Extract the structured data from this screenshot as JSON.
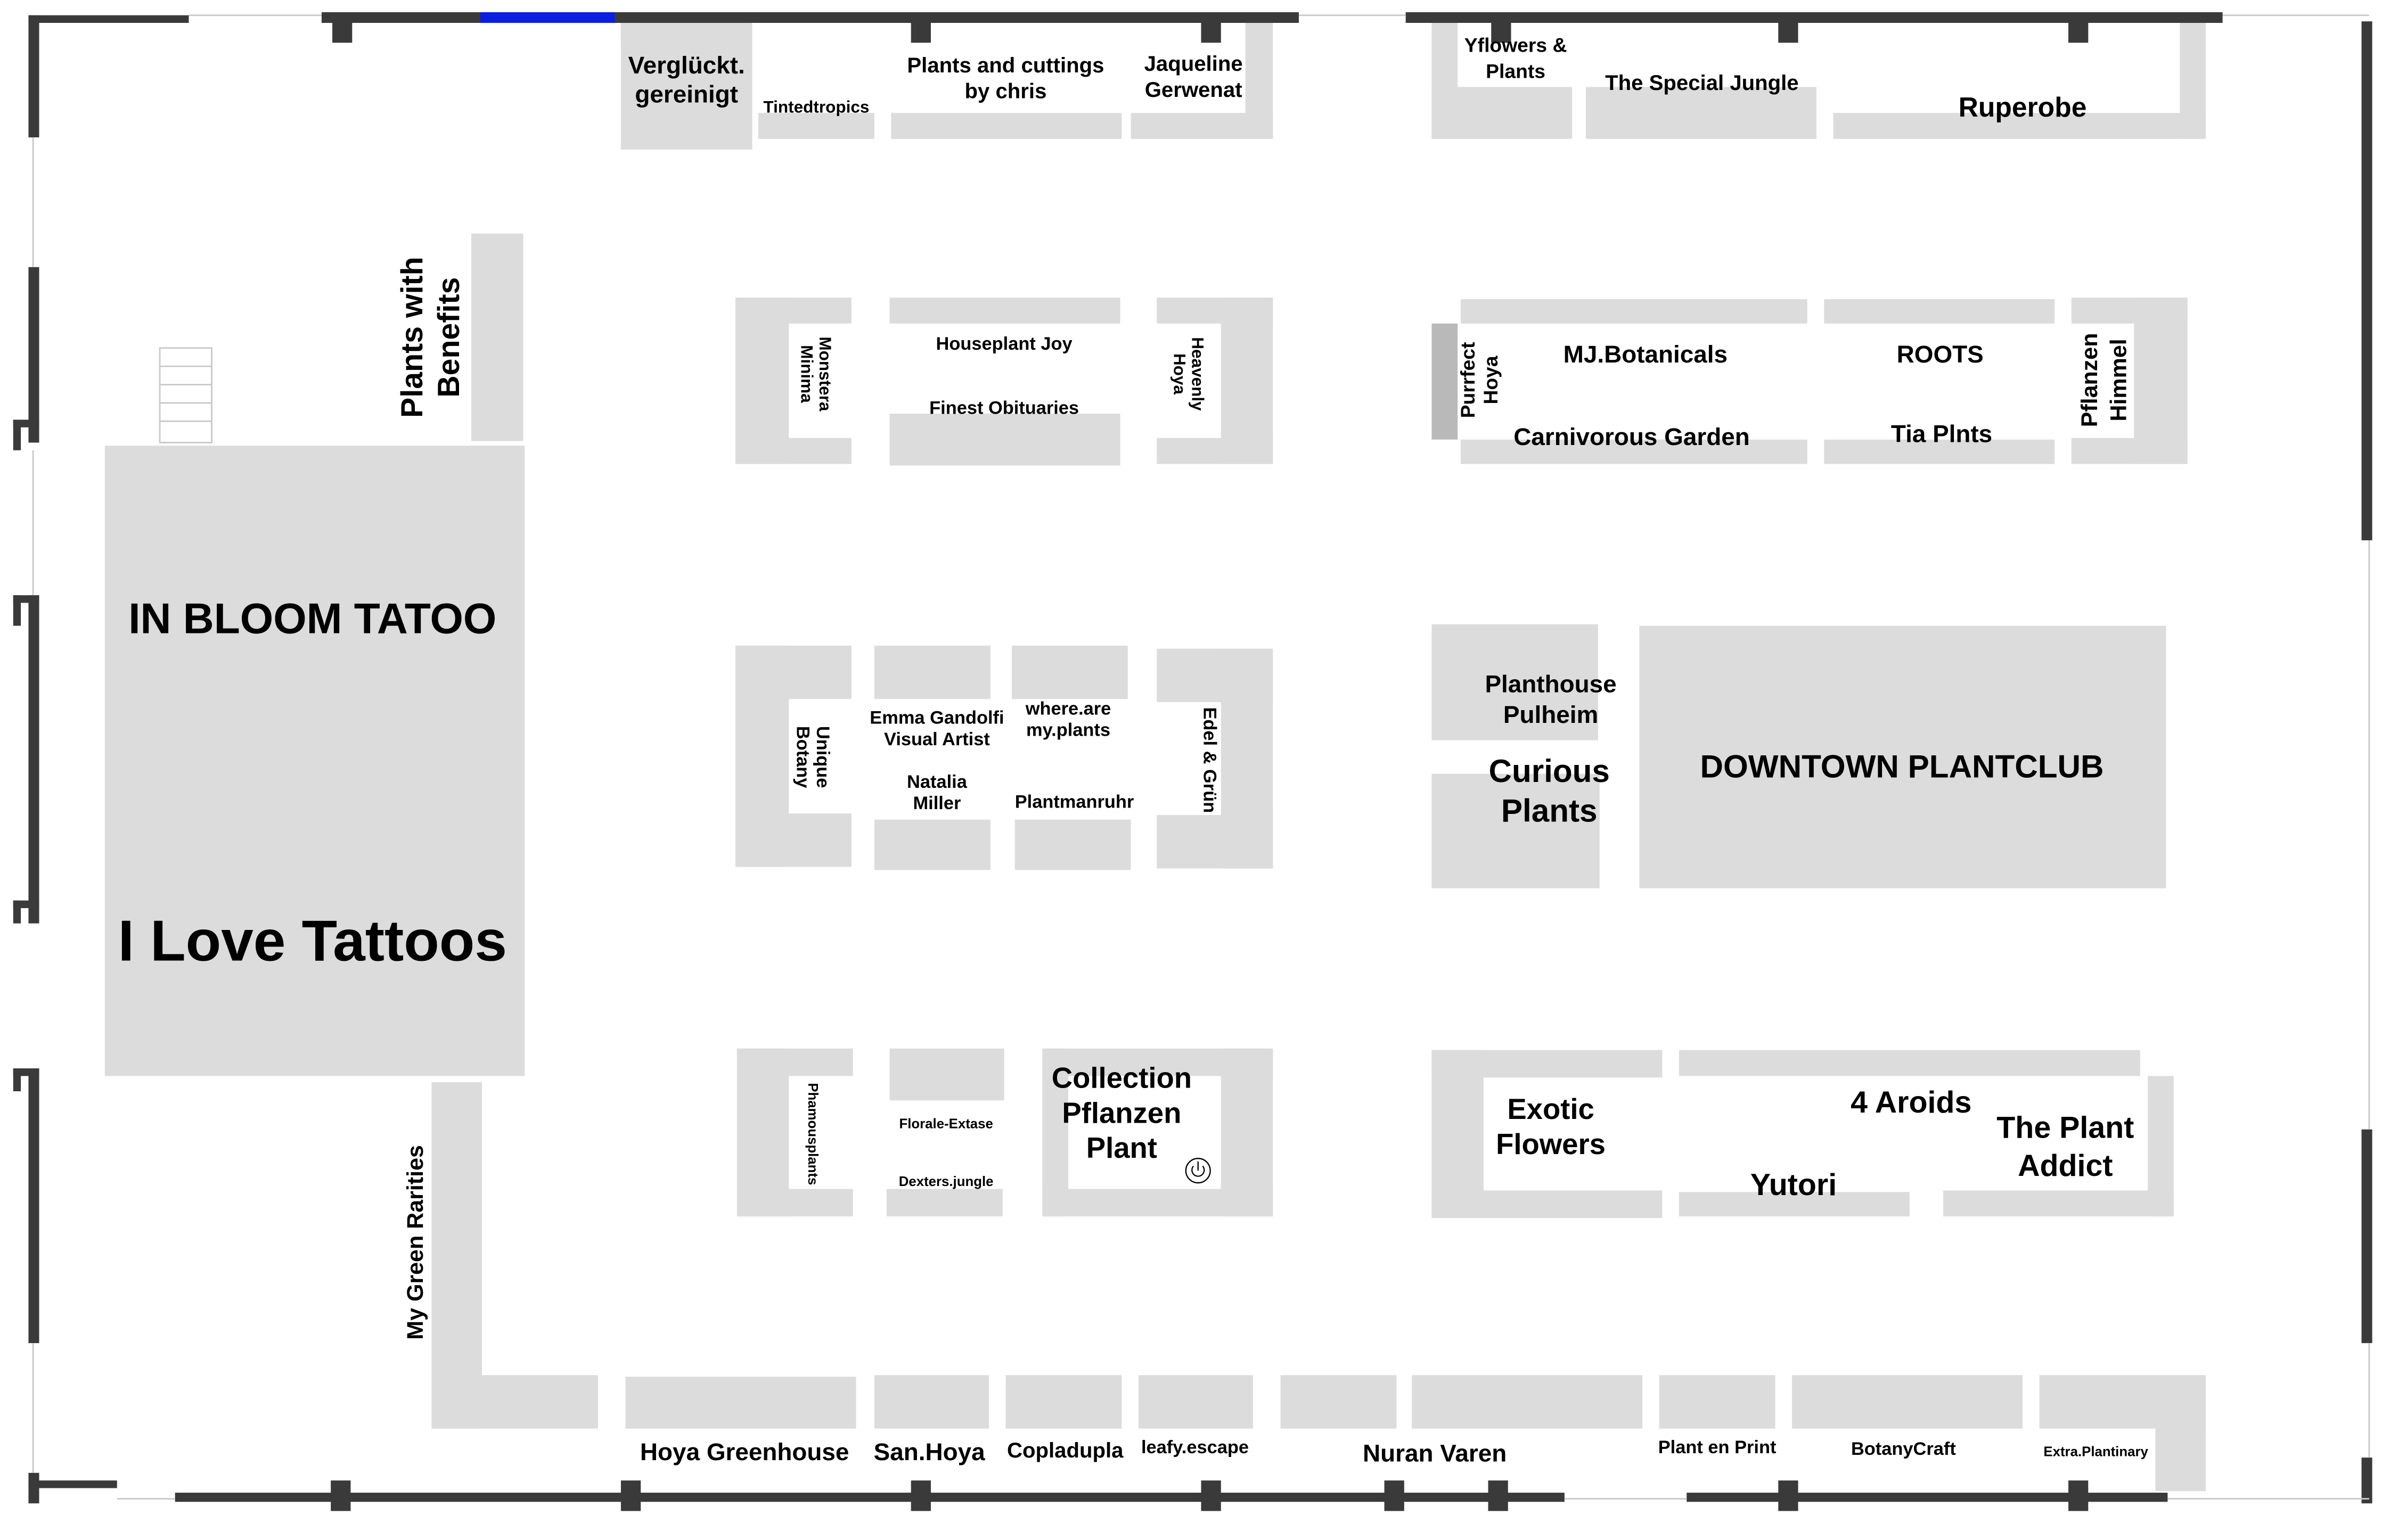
{
  "colors": {
    "background": "#ffffff",
    "booth": "#dcdcdc",
    "booth_dark": "#b9b9b9",
    "wall": "#3a3a3a",
    "door_accent": "#0a1fe0",
    "label": "#000000"
  },
  "booths": {
    "verglueckt": "Verglückt.\ngereinigt",
    "tintedtropics": "Tintedtropics",
    "plants_cuttings_chris": "Plants and cuttings\nby chris",
    "jaqueline": "Jaqueline\nGerwenat",
    "yflowers": "Yflowers &\nPlants",
    "special_jungle": "The Special Jungle",
    "ruperobe": "Ruperobe",
    "plants_with_benefits": "Plants with\nBenefits",
    "monstera_minima": "Monstera\nMinima",
    "houseplant_joy": "Houseplant Joy",
    "finest_obituaries": "Finest Obituaries",
    "heavenly_hoya": "Heavenly\nHoya",
    "purrfect_hoya": "Purrfect\nHoya",
    "mj_botanicals": "MJ.Botanicals",
    "carnivorous_garden": "Carnivorous Garden",
    "roots": "ROOTS",
    "tia_plnts": "Tia Plnts",
    "pflanzen_himmel": "Pflanzen\nHimmel",
    "in_bloom": "IN BLOOM TATOO",
    "i_love_tattoos": "I Love Tattoos",
    "unique_botany": "Unique\nBotany",
    "emma_gandolfi": "Emma Gandolfi\nVisual Artist",
    "where_are_my_plants": "where.are\nmy.plants",
    "natalia_miller": "Natalia\nMiller",
    "plantmanruhr": "Plantmanruhr",
    "edel_gruen": "Edel & Grün",
    "planthouse_pulheim": "Planthouse\nPulheim",
    "curious_plants": "Curious\nPlants",
    "downtown_plantclub": "DOWNTOWN PLANTCLUB",
    "phamousplants": "Phamousplants",
    "florale_extase": "Florale-Extase",
    "dexters_jungle": "Dexters.jungle",
    "collection_pflanzen": "Collection\nPflanzen\nPlant",
    "exotic_flowers": "Exotic\nFlowers",
    "four_aroids": "4 Aroids",
    "yutori": "Yutori",
    "the_plant_addict": "The Plant\nAddict",
    "my_green_rarities": "My Green Rarities",
    "hoya_greenhouse": "Hoya Greenhouse",
    "san_hoya": "San.Hoya",
    "copladupla": "Copladupla",
    "leafy_escape": "leafy.escape",
    "nuran_varen": "Nuran Varen",
    "plant_en_print": "Plant en Print",
    "botanycraft": "BotanyCraft",
    "extra_plantinary": "Extra.Plantinary"
  },
  "icons": {
    "collection_marker": "power-symbol-icon"
  }
}
